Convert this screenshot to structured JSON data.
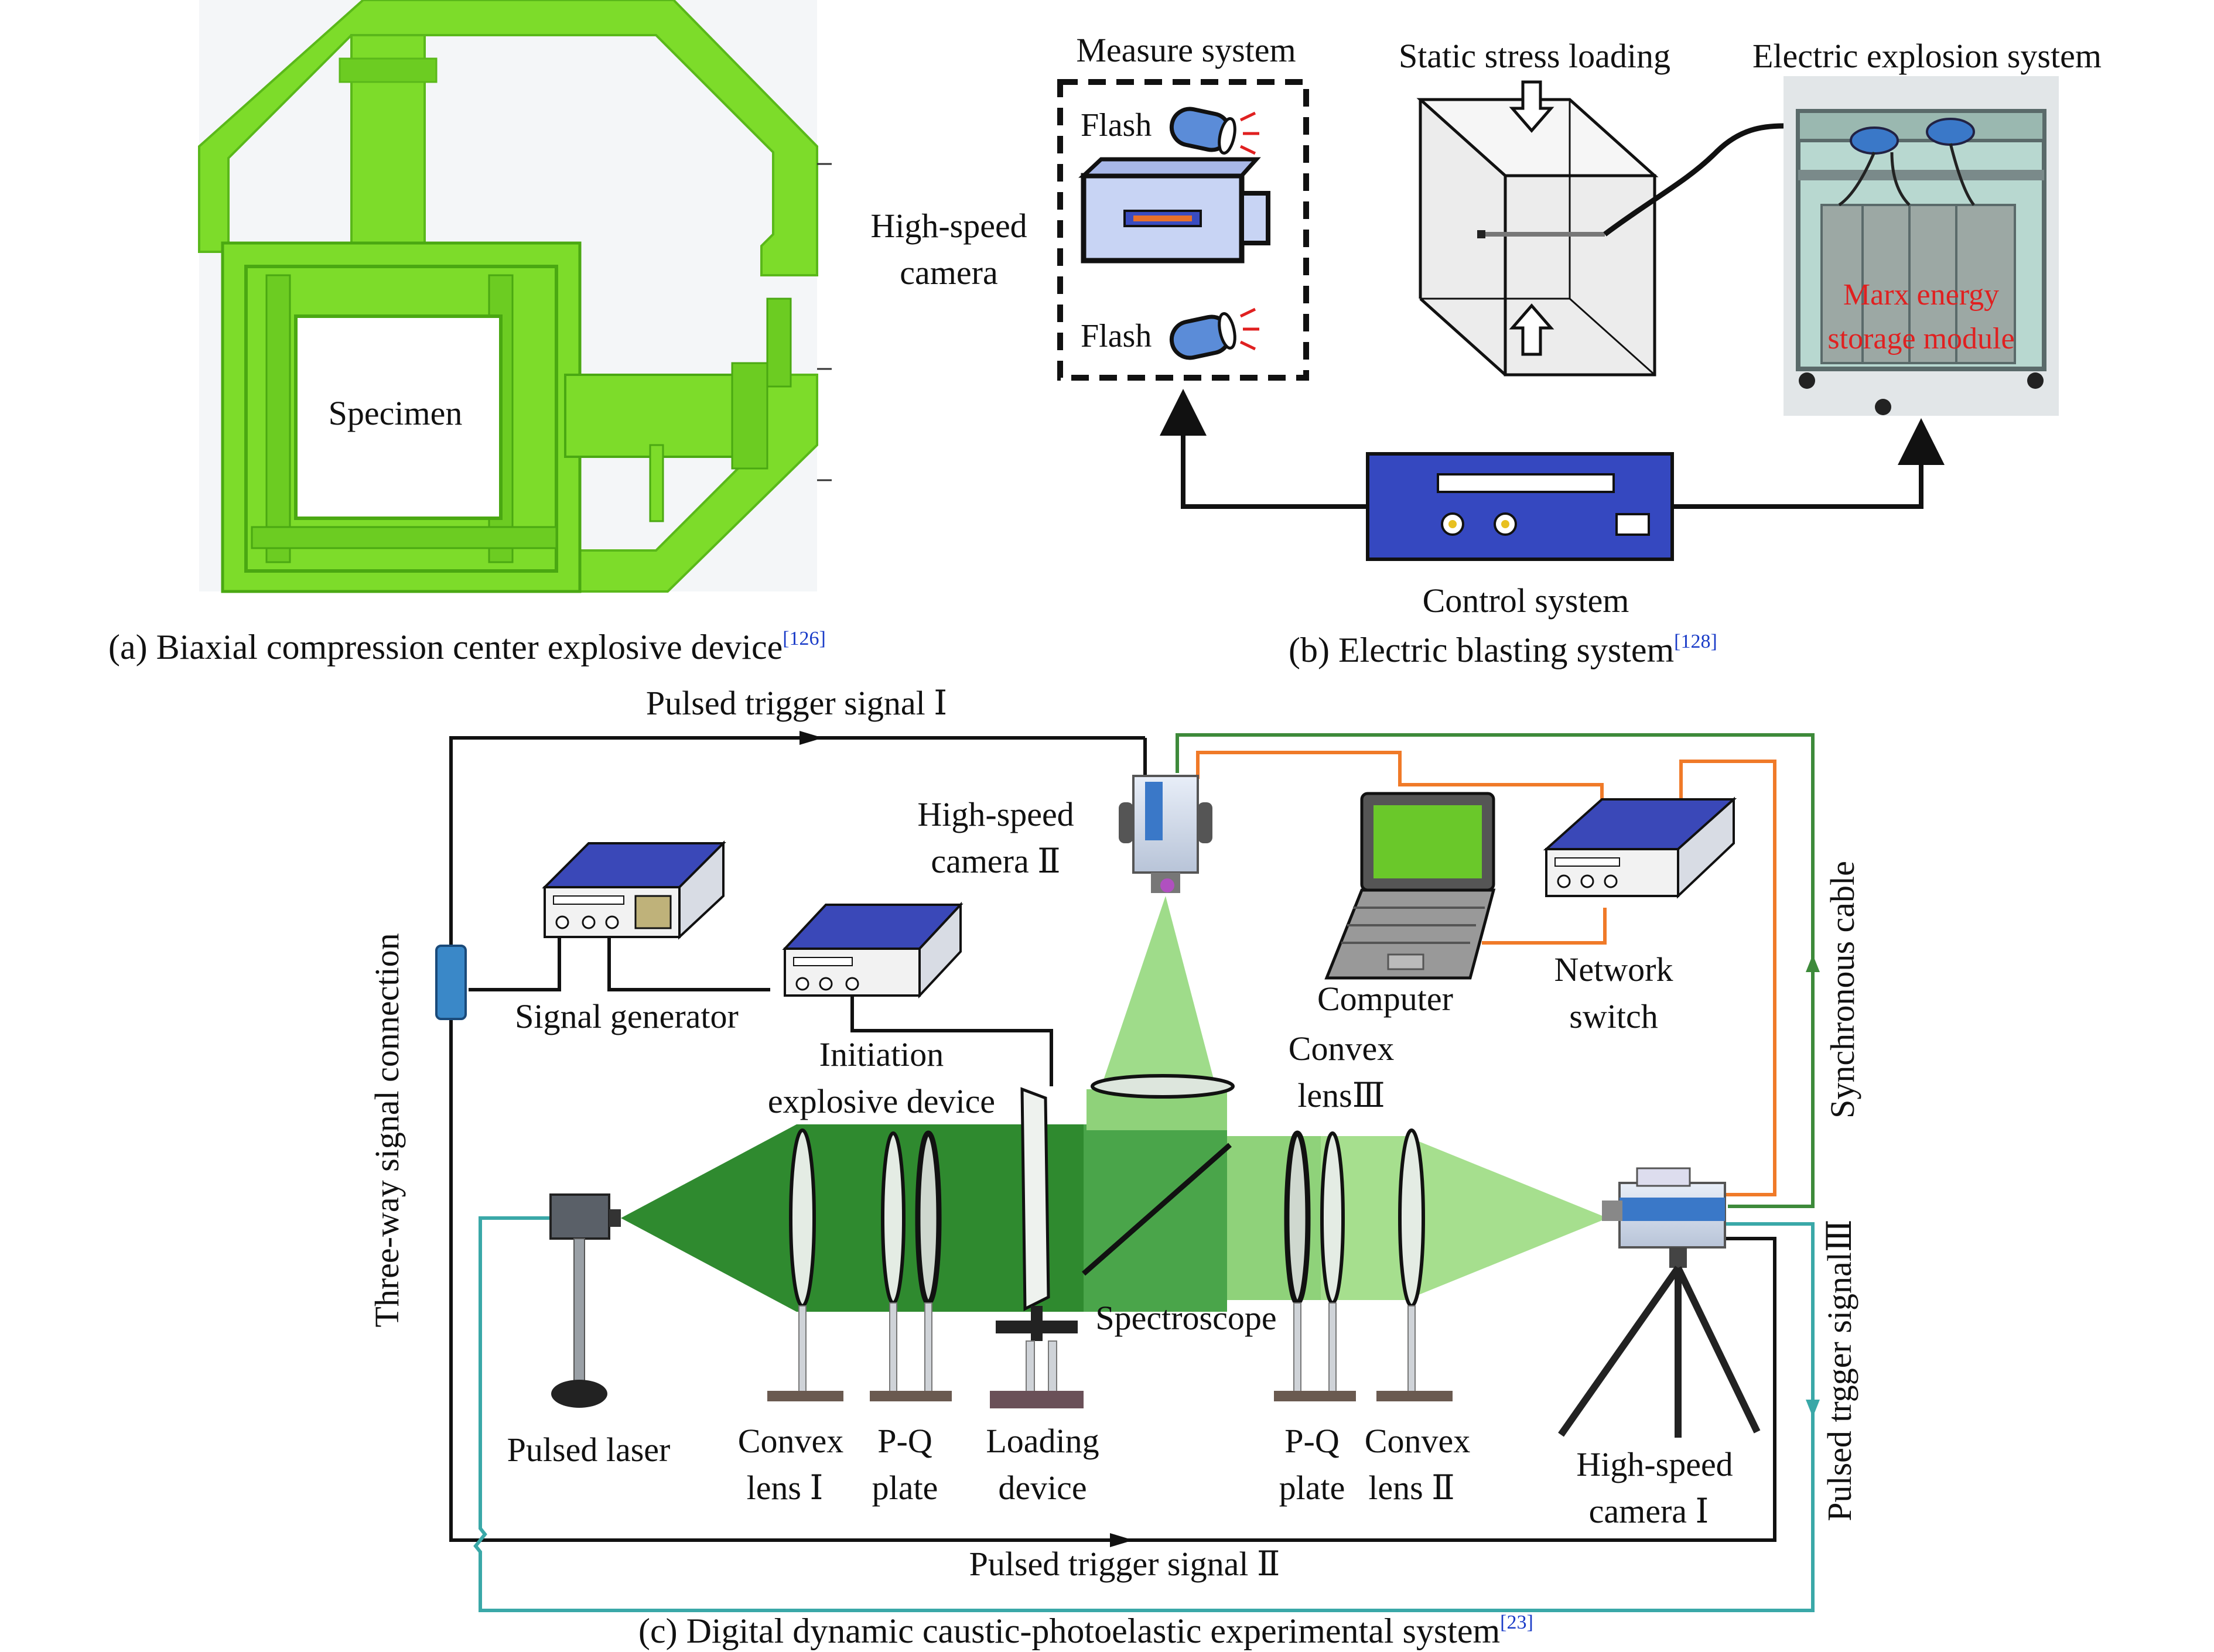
{
  "panel_a": {
    "specimen_label": "Specimen",
    "caption": "(a) Biaxial compression center explosive device",
    "caption_ref": "[126]"
  },
  "panel_b": {
    "measure_system": "Measure system",
    "flash_top": "Flash",
    "flash_bottom": "Flash",
    "camera_line1": "High-speed",
    "camera_line2": "camera",
    "static_stress": "Static stress loading",
    "electric_explosion": "Electric explosion system",
    "marx_line1": "Marx energy",
    "marx_line2": "storage module",
    "control_system": "Control system",
    "caption": "(b) Electric blasting system",
    "caption_ref": "[128]"
  },
  "panel_c": {
    "pulsed_trigger_1": "Pulsed trigger signal Ⅰ",
    "pulsed_trigger_2": "Pulsed trigger signal Ⅱ",
    "pulsed_trigger_3": "Pulsed trgger signalⅢ",
    "three_way": "Three-way signal connection",
    "synchronous": "Synchronous cable",
    "hs_cam2_line1": "High-speed",
    "hs_cam2_line2": "camera Ⅱ",
    "signal_generator": "Signal generator",
    "initiation_line1": "Initiation",
    "initiation_line2": "explosive device",
    "computer": "Computer",
    "network_line1": "Network",
    "network_line2": "switch",
    "convex3_line1": "Convex",
    "convex3_line2": "lensⅢ",
    "spectroscope": "Spectroscope",
    "pulsed_laser": "Pulsed laser",
    "convex1_line1": "Convex",
    "convex1_line2": "lens Ⅰ",
    "pq1_line1": "P-Q",
    "pq1_line2": "plate",
    "loading_line1": "Loading",
    "loading_line2": "device",
    "pq2_line1": "P-Q",
    "pq2_line2": "plate",
    "convex2_line1": "Convex",
    "convex2_line2": "lens Ⅱ",
    "hs_cam1_line1": "High-speed",
    "hs_cam1_line2": "camera Ⅰ",
    "caption": "(c) Digital dynamic caustic-photoelastic experimental system",
    "caption_ref": "[23]"
  },
  "colors": {
    "green_frame": "#7ddc2a",
    "beam_dark": "#2f8a2f",
    "beam_light": "#8fd27a",
    "device_blue": "#2a46b8",
    "orange_cable": "#f07a28",
    "teal_cable": "#3aa8a8",
    "dark_green_cable": "#3d8a3a"
  }
}
